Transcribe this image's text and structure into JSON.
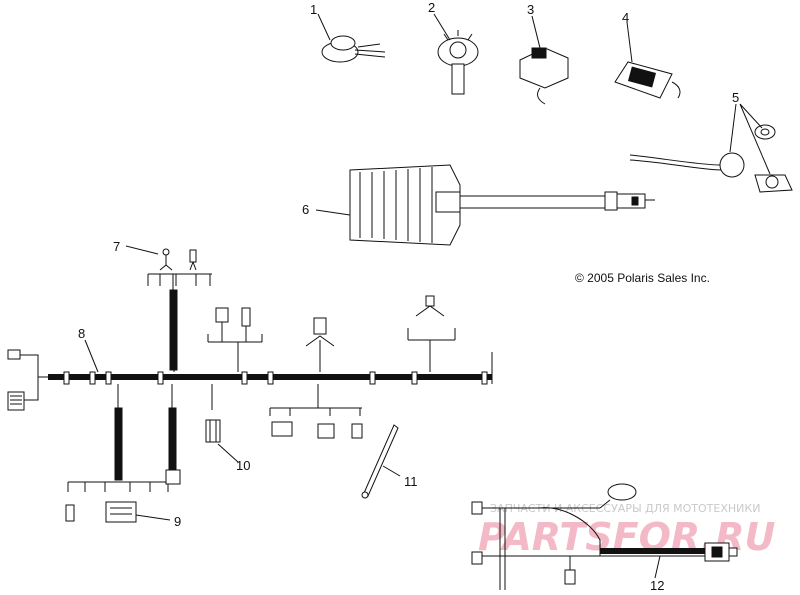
{
  "copyright": "© 2005 Polaris Sales Inc.",
  "watermark": {
    "small_text": "ЗАПЧАСТИ И АКСЕССУАРЫ ДЛЯ МОТОТЕХНИКИ",
    "logo_text": "PARTSFOR.RU"
  },
  "callouts": [
    "1",
    "2",
    "3",
    "4",
    "5",
    "6",
    "7",
    "8",
    "9",
    "10",
    "11",
    "12"
  ]
}
